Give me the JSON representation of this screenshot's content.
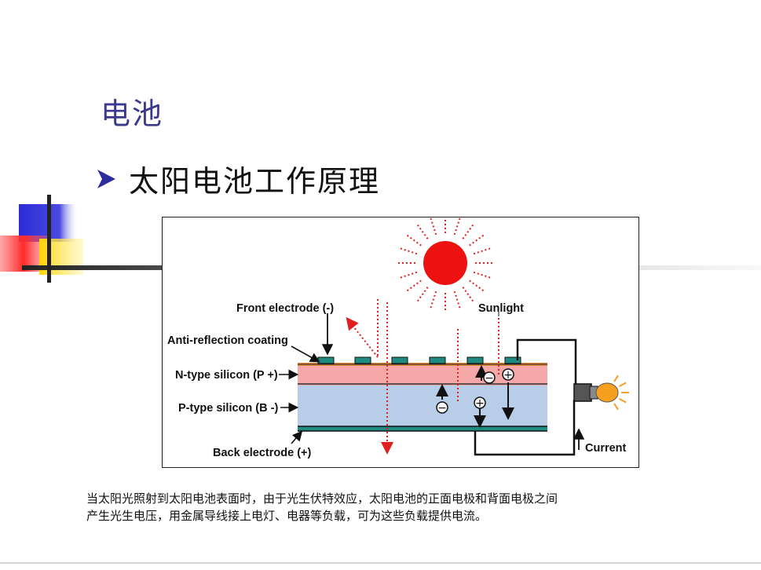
{
  "slide": {
    "title": "电池",
    "bullet": "太阳电池工作原理",
    "caption_lines": [
      "当太阳光照射到太阳电池表面时，由于光生伏特效应，太阳电池的正面电极和背面电极之间",
      "产生光生电压，用金属导线接上电灯、电器等负载，可为这些负载提供电流。"
    ]
  },
  "diagram": {
    "labels": {
      "front_electrode": "Front electrode (-)",
      "sunlight": "Sunlight",
      "anti_reflection": "Anti-reflection coating",
      "n_type": "N-type silicon (P +)",
      "p_type": "P-type silicon (B -)",
      "back_electrode": "Back electrode (+)",
      "current": "Current"
    },
    "symbols": {
      "minus": "−",
      "plus": "+"
    },
    "colors": {
      "n_layer": "#f4a8a8",
      "p_layer": "#b8cde8",
      "electrode": "#1e8a80",
      "sun": "#ee1111",
      "ray": "#e02020",
      "bulb": "#f5a020"
    }
  }
}
